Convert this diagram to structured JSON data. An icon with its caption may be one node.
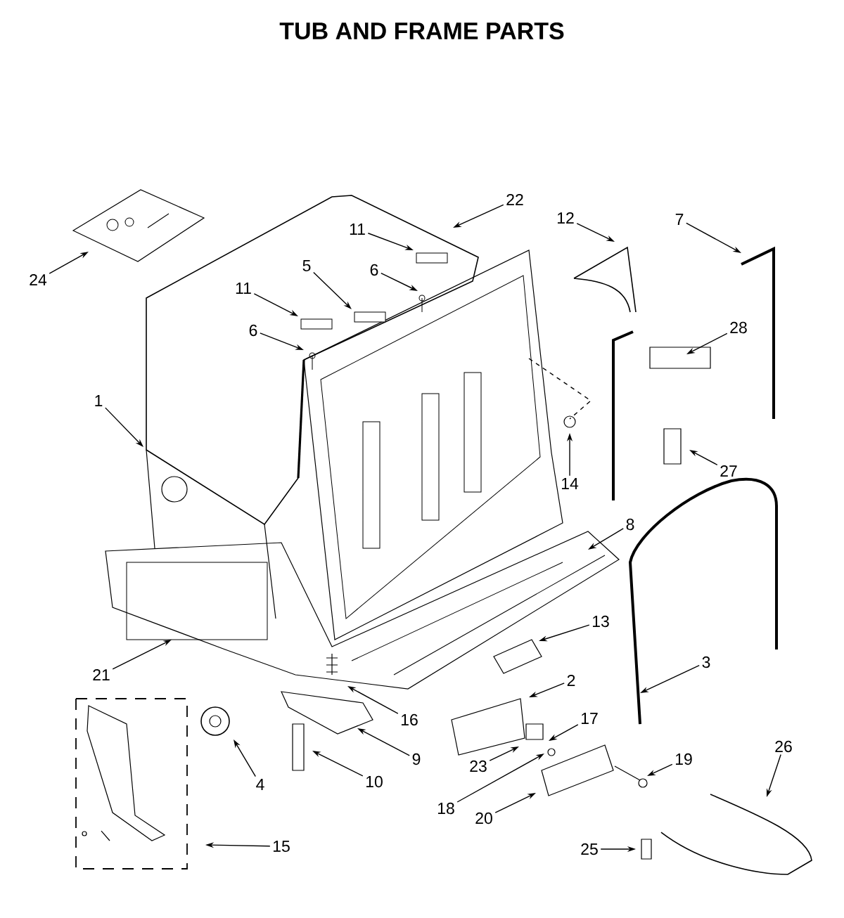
{
  "diagram": {
    "title": "TUB AND FRAME PARTS",
    "nodes": [
      {
        "text": [
          "22"
        ]
      },
      {
        "text": [
          "12"
        ]
      },
      {
        "text": [
          "7"
        ]
      },
      {
        "text": [
          "11"
        ]
      },
      {
        "text": [
          "6"
        ]
      },
      {
        "text": [
          "5"
        ]
      },
      {
        "text": [
          "24"
        ]
      },
      {
        "text": [
          "11"
        ]
      },
      {
        "text": [
          "6"
        ]
      },
      {
        "text": [
          "28"
        ]
      },
      {
        "text": [
          "1"
        ]
      },
      {
        "text": [
          "27"
        ]
      },
      {
        "text": [
          "14"
        ]
      },
      {
        "text": [
          "8"
        ]
      },
      {
        "text": [
          "13"
        ]
      },
      {
        "text": [
          "3"
        ]
      },
      {
        "text": [
          "21"
        ]
      },
      {
        "text": [
          "2"
        ]
      },
      {
        "text": [
          "17"
        ]
      },
      {
        "text": [
          "16"
        ]
      },
      {
        "text": [
          "26"
        ]
      },
      {
        "text": [
          "9"
        ]
      },
      {
        "text": [
          "19"
        ]
      },
      {
        "text": [
          "23"
        ]
      },
      {
        "text": [
          "4"
        ]
      },
      {
        "text": [
          "10"
        ]
      },
      {
        "text": [
          "18"
        ]
      },
      {
        "text": [
          "20"
        ]
      },
      {
        "text": [
          "15"
        ]
      },
      {
        "text": [
          "25"
        ]
      }
    ],
    "edges": [
      {
        "from": 0,
        "to": null,
        "arrow": "to"
      },
      {
        "from": 1,
        "to": null,
        "arrow": "to"
      },
      {
        "from": 2,
        "to": null,
        "arrow": "to"
      },
      {
        "from": 3,
        "to": null,
        "arrow": "to"
      },
      {
        "from": 4,
        "to": null,
        "arrow": "to"
      },
      {
        "from": 5,
        "to": null,
        "arrow": "to"
      },
      {
        "from": 6,
        "to": null,
        "arrow": "to"
      },
      {
        "from": 7,
        "to": null,
        "arrow": "to"
      },
      {
        "from": 8,
        "to": null,
        "arrow": "to"
      },
      {
        "from": 9,
        "to": null,
        "arrow": "to"
      },
      {
        "from": 10,
        "to": null,
        "arrow": "to"
      },
      {
        "from": 11,
        "to": null,
        "arrow": "to"
      },
      {
        "from": 12,
        "to": null,
        "arrow": "to"
      },
      {
        "from": 13,
        "to": null,
        "arrow": "to"
      },
      {
        "from": 14,
        "to": null,
        "arrow": "to"
      },
      {
        "from": 15,
        "to": null,
        "arrow": "to"
      },
      {
        "from": 16,
        "to": null,
        "arrow": "to"
      },
      {
        "from": 17,
        "to": null,
        "arrow": "to"
      },
      {
        "from": 18,
        "to": null,
        "arrow": "to"
      },
      {
        "from": 19,
        "to": null,
        "arrow": "to"
      },
      {
        "from": 20,
        "to": null,
        "arrow": "to"
      },
      {
        "from": 21,
        "to": null,
        "arrow": "to"
      },
      {
        "from": 22,
        "to": null,
        "arrow": "to"
      },
      {
        "from": 23,
        "to": null,
        "arrow": "to"
      },
      {
        "from": 24,
        "to": null,
        "arrow": "to"
      },
      {
        "from": 25,
        "to": null,
        "arrow": "to"
      },
      {
        "from": 26,
        "to": null,
        "arrow": "to"
      },
      {
        "from": 27,
        "to": null,
        "arrow": "to"
      },
      {
        "from": 28,
        "to": null,
        "arrow": "to"
      },
      {
        "from": 29,
        "to": null,
        "arrow": "to"
      }
    ]
  }
}
